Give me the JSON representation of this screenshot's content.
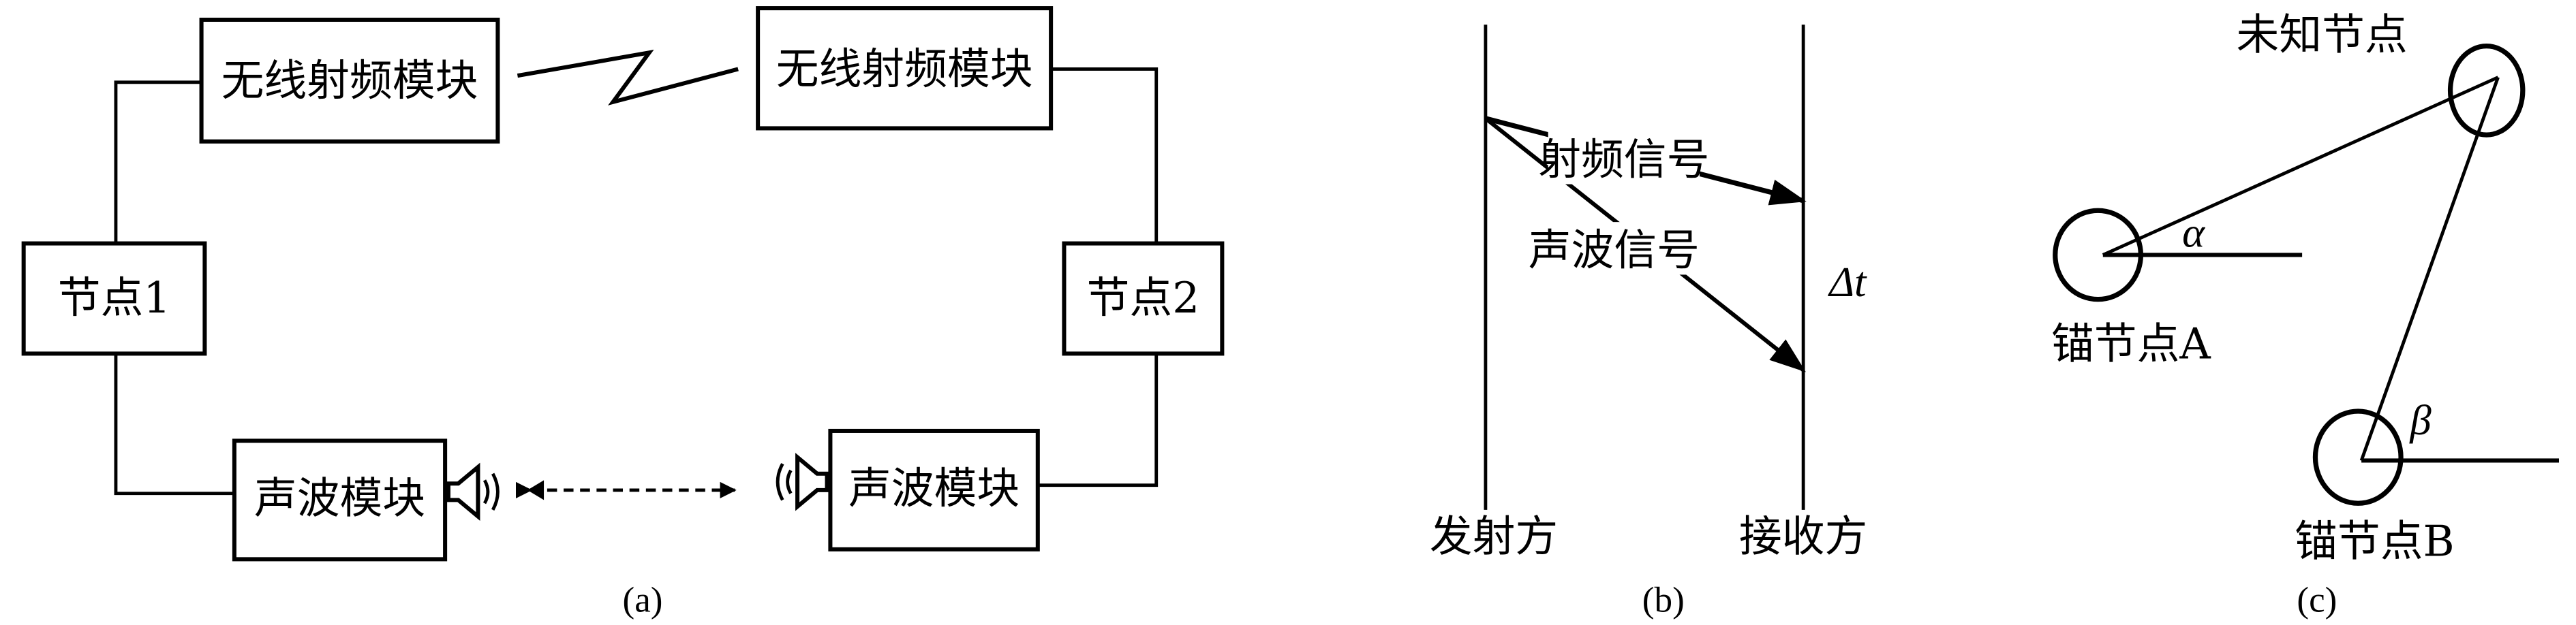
{
  "panel_a": {
    "rf_module_left": "无线射频模块",
    "rf_module_right": "无线射频模块",
    "node1": "节点1",
    "node2": "节点2",
    "acoustic_module_left": "声波模块",
    "acoustic_module_right": "声波模块",
    "caption": "(a)"
  },
  "panel_b": {
    "rf_signal": "射频信号",
    "acoustic_signal": "声波信号",
    "delta_t": "Δt",
    "transmitter": "发射方",
    "receiver": "接收方",
    "caption": "(b)"
  },
  "panel_c": {
    "unknown_node": "未知节点",
    "anchor_a": "锚节点A",
    "anchor_b": "锚节点B",
    "alpha": "α",
    "beta": "β",
    "caption": "(c)"
  }
}
